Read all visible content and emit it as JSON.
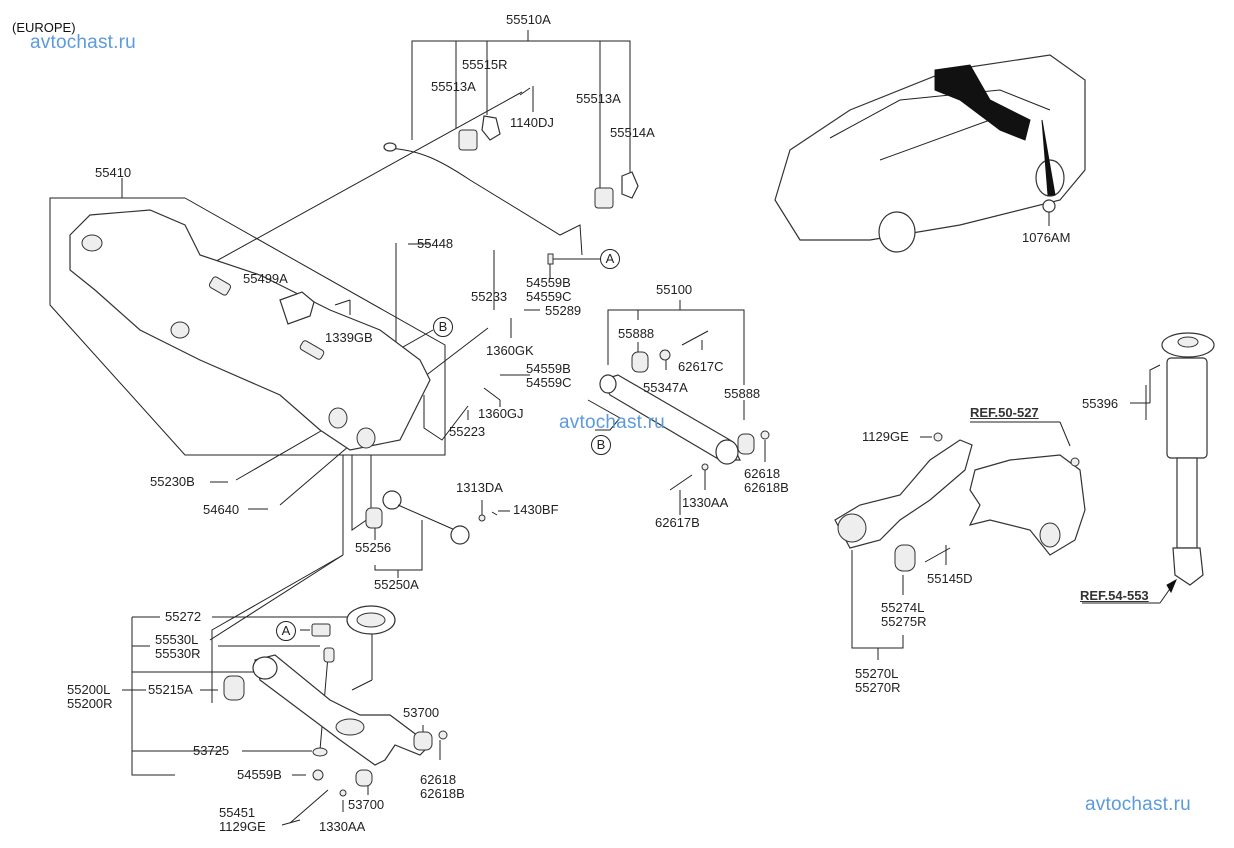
{
  "region_label": "(EUROPE)",
  "watermarks": [
    "avtochast.ru",
    "avtochast.ru",
    "avtochast.ru"
  ],
  "callouts": {
    "a": "A",
    "b": "B"
  },
  "references": {
    "knuckle": "REF.50-527",
    "shock": "REF.54-553"
  },
  "parts": {
    "stabilizer_bar_assy": "55510A",
    "stabilizer_bracket": "55515R",
    "stabilizer_bushing_left": "55513A",
    "stabilizer_bolt": "1140DJ",
    "stabilizer_bushing_right": "55513A",
    "stabilizer_bracket_right": "55514A",
    "crossmember": "55410",
    "crossmember_bolt": "55448",
    "dynamic_damper": "55499A",
    "damper_nut": "1339GB",
    "stopper_upper": "55233",
    "washer_gk": "1360GK",
    "nut_55289": "55289",
    "link_nut_top": [
      "54559B",
      "54559C"
    ],
    "link_nut_mid": [
      "54559B",
      "54559C"
    ],
    "washer_gj": "1360GJ",
    "stopper_lower": "55223",
    "bolt_55230b": "55230B",
    "bolt_54640": "54640",
    "bushing_55256": "55256",
    "assist_arm": "55250A",
    "nut_1313da": "1313DA",
    "pin_1430bf": "1430BF",
    "upper_arm_assy": "55100",
    "upper_arm_bushing_left": "55888",
    "upper_arm_bolt": "62617C",
    "washer_55347a": "55347A",
    "upper_arm_bushing_right": "55888",
    "upper_arm_nut": [
      "62618",
      "62618B"
    ],
    "washer_1330aa": "1330AA",
    "upper_arm_bolt_b": "62617B",
    "car_plug": "1076AM",
    "spring_pad": "55272",
    "stabilizer_link": [
      "55530L",
      "55530R"
    ],
    "lower_arm": [
      "55200L",
      "55200R"
    ],
    "lower_arm_bushing": "55215A",
    "lower_bushing_right": "53700",
    "washer_53725": "53725",
    "nut_54559b": "54559B",
    "lower_nut": [
      "62618",
      "62618B"
    ],
    "lower_bushing_bottom": "53700",
    "lower_bolt": [
      "55451",
      "1129GE"
    ],
    "lower_washer": "1330AA",
    "trailing_nut": "1129GE",
    "trailing_bolt": "55145D",
    "trailing_bushing": [
      "55274L",
      "55275R"
    ],
    "trailing_arm": [
      "55270L",
      "55270R"
    ],
    "shock_bolt": "55396"
  }
}
